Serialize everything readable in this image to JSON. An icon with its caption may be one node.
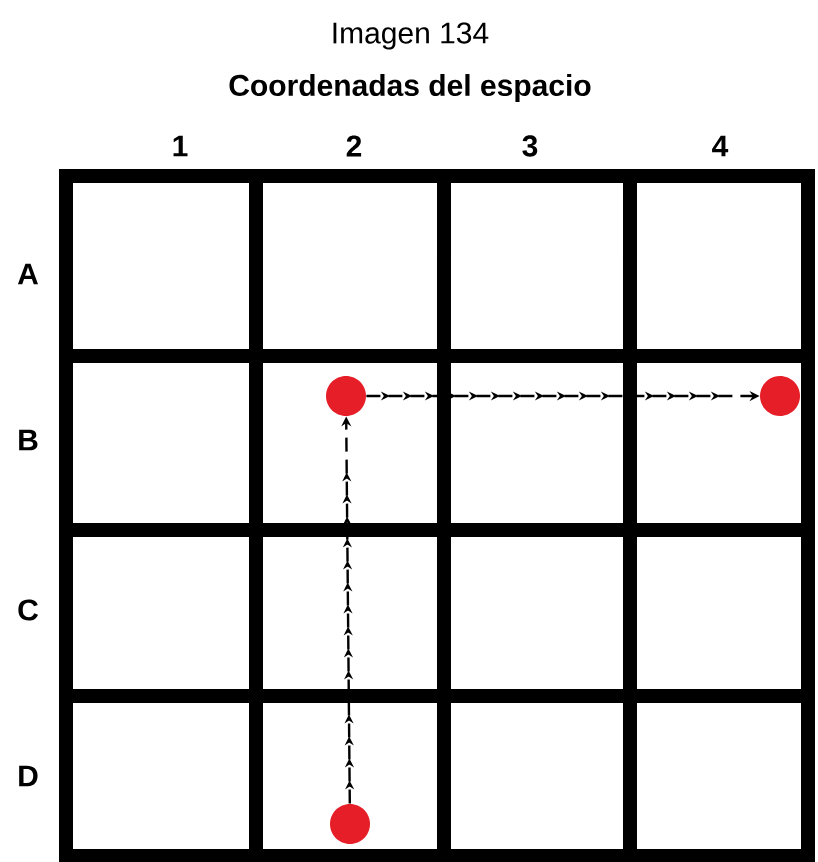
{
  "diagram": {
    "title": "Imagen 134",
    "nodes": [
      {
        "text": [],
        "shape": "circle"
      },
      {
        "text": [],
        "shape": "circle"
      },
      {
        "text": [],
        "shape": "circle"
      }
    ],
    "edges": [
      {
        "from": 2,
        "to": 0,
        "arrow": "to"
      },
      {
        "from": 0,
        "to": 1,
        "arrow": "to"
      }
    ],
    "labels": [
      "Coordenadas del espacio",
      "1",
      "2",
      "3",
      "4",
      "A",
      "B",
      "C",
      "D"
    ]
  }
}
